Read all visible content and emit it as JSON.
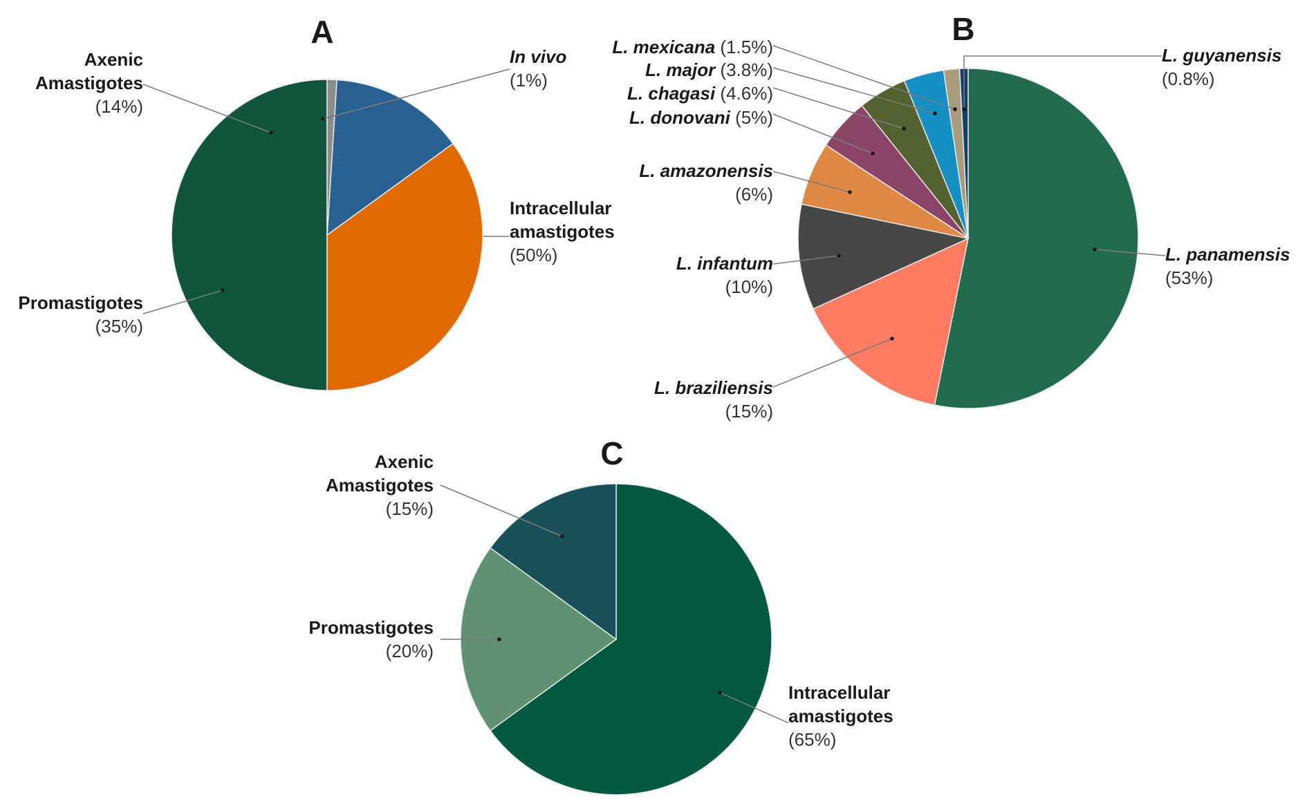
{
  "chart_data": [
    {
      "panel": "A",
      "type": "pie",
      "slices": [
        {
          "label": "Intracellular amastigotes",
          "lines": [
            "Intracellular",
            "amastigotes"
          ],
          "pct_text": "(50%)",
          "value": 50,
          "color": "#11553d",
          "italic": false
        },
        {
          "label": "Promastigotes",
          "lines": [
            "Promastigotes"
          ],
          "pct_text": "(35%)",
          "value": 35,
          "color": "#e06a00",
          "italic": false
        },
        {
          "label": "Axenic Amastigotes",
          "lines": [
            "Axenic",
            "Amastigotes"
          ],
          "pct_text": "(14%)",
          "value": 14,
          "color": "#296192",
          "italic": false
        },
        {
          "label": "In vivo",
          "lines": [
            "In vivo"
          ],
          "pct_text": "(1%)",
          "value": 1,
          "color": "#8c8c8c",
          "italic": true
        }
      ]
    },
    {
      "panel": "B",
      "type": "pie",
      "slices": [
        {
          "label": "L. panamensis",
          "name": "L. panamensis",
          "pct_text": "(53%)",
          "value": 53,
          "color": "#236b50"
        },
        {
          "label": "L. braziliensis",
          "name": "L. braziliensis",
          "pct_text": "(15%)",
          "value": 15,
          "color": "#ff7c62"
        },
        {
          "label": "L. infantum",
          "name": "L. infantum",
          "pct_text": "(10%)",
          "value": 10,
          "color": "#474747"
        },
        {
          "label": "L. amazonensis",
          "name": "L. amazonensis",
          "pct_text": "(6%)",
          "value": 6,
          "color": "#df8845"
        },
        {
          "label": "L. donovani",
          "name": "L. donovani",
          "pct_text": "(5%)",
          "value": 5,
          "color": "#8b4566"
        },
        {
          "label": "L. chagasi",
          "name": "L. chagasi",
          "pct_text": "(4.6%)",
          "value": 4.6,
          "color": "#546232"
        },
        {
          "label": "L. major",
          "name": "L. major",
          "pct_text": "(3.8%)",
          "value": 3.8,
          "color": "#168fc4"
        },
        {
          "label": "L. mexicana",
          "name": "L. mexicana",
          "pct_text": "(1.5%)",
          "value": 1.5,
          "color": "#a79c7d"
        },
        {
          "label": "L. guyanensis",
          "name": "L. guyanensis",
          "pct_text": "(0.8%)",
          "value": 0.8,
          "color": "#133f69"
        }
      ]
    },
    {
      "panel": "C",
      "type": "pie",
      "slices": [
        {
          "label": "Intracellular amastigotes",
          "lines": [
            "Intracellular",
            "amastigotes"
          ],
          "pct_text": "(65%)",
          "value": 65,
          "color": "#03593f",
          "italic": false
        },
        {
          "label": "Promastigotes",
          "lines": [
            "Promastigotes"
          ],
          "pct_text": "(20%)",
          "value": 20,
          "color": "#5e9270",
          "italic": false
        },
        {
          "label": "Axenic Amastigotes",
          "lines": [
            "Axenic",
            "Amastigotes"
          ],
          "pct_text": "(15%)",
          "value": 15,
          "color": "#19515a",
          "italic": false
        }
      ]
    }
  ]
}
